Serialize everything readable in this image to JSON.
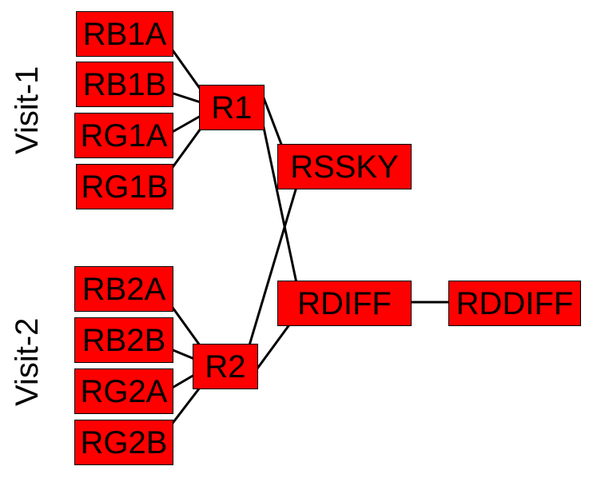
{
  "groups": {
    "visit1": "Visit-1",
    "visit2": "Visit-2"
  },
  "nodes": {
    "rb1a": "RB1A",
    "rb1b": "RB1B",
    "rg1a": "RG1A",
    "rg1b": "RG1B",
    "r1": "R1",
    "rsky": "RSSKY",
    "rdiff": "RDIFF",
    "rddiff": "RDDIFF",
    "rb2a": "RB2A",
    "rb2b": "RB2B",
    "rg2a": "RG2A",
    "rg2b": "RG2B",
    "r2": "R2"
  },
  "edges": [
    [
      "rb1a",
      "r1"
    ],
    [
      "rb1b",
      "r1"
    ],
    [
      "rg1a",
      "r1"
    ],
    [
      "rg1b",
      "r1"
    ],
    [
      "r1",
      "rsky"
    ],
    [
      "r1",
      "rdiff"
    ],
    [
      "rb2a",
      "r2"
    ],
    [
      "rb2b",
      "r2"
    ],
    [
      "rg2a",
      "r2"
    ],
    [
      "rg2b",
      "r2"
    ],
    [
      "r2",
      "rsky"
    ],
    [
      "r2",
      "rdiff"
    ],
    [
      "rdiff",
      "rddiff"
    ]
  ],
  "colors": {
    "node_fill": "#ff0000",
    "edge": "#000000"
  }
}
